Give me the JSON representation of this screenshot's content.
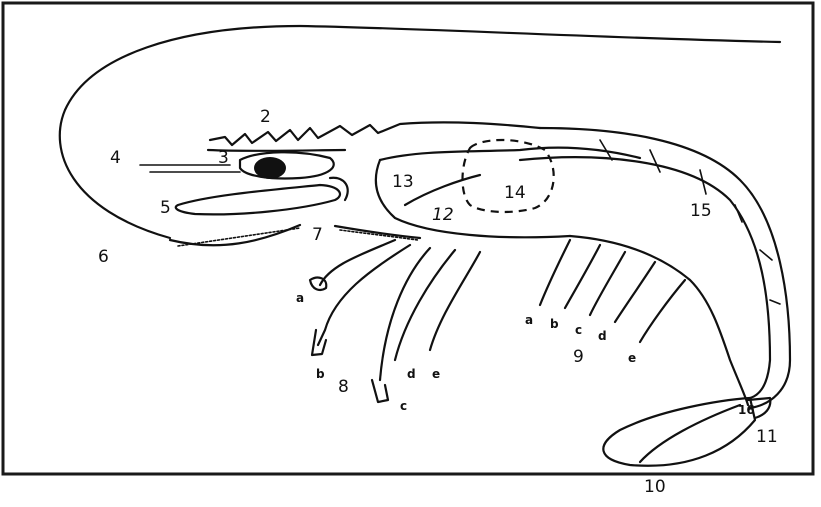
{
  "labels": {
    "n2": "2",
    "n3": "3",
    "n4": "4",
    "n5": "5",
    "n6": "6",
    "n7": "7",
    "n8": "8",
    "n9": "9",
    "n10": "10",
    "n11": "11",
    "n12": "12",
    "n13": "13",
    "n14": "14",
    "n15": "15",
    "n16": "16"
  },
  "pereiopods": {
    "a": "a",
    "b": "b",
    "c": "c",
    "d": "d",
    "e": "e"
  },
  "pleopods": {
    "a": "a",
    "b": "b",
    "c": "c",
    "d": "d",
    "e": "e"
  },
  "colors": {
    "line": "#111111",
    "border": "#1a1a1a",
    "background": "#ffffff"
  }
}
